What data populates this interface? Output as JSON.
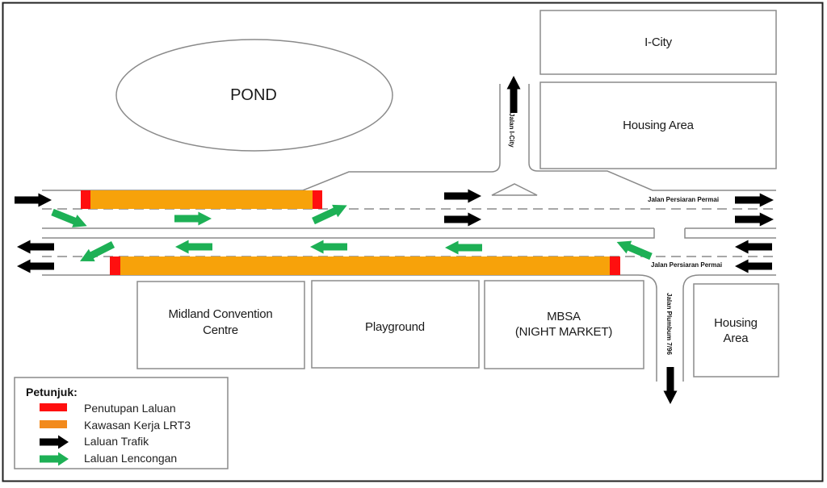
{
  "colors": {
    "closure": "#ff0f0f",
    "work_zone": "#f7a20a",
    "traffic_arrow": "#000000",
    "detour_arrow": "#1db055",
    "outline": "#8a8a8a",
    "frame": "#222222"
  },
  "landmarks": {
    "pond": "POND",
    "icity": "I-City",
    "housing_top": "Housing Area",
    "midland_line1": "Midland Convention",
    "midland_line2": "Centre",
    "playground": "Playground",
    "mbsa_line1": "MBSA",
    "mbsa_line2": "(NIGHT MARKET)",
    "housing_bottom_line1": "Housing",
    "housing_bottom_line2": "Area"
  },
  "roads": {
    "jalan_icity": "Jalan I-City",
    "persiaran_permai_top": "Jalan Persiaran Permai",
    "persiaran_permai_bottom": "Jalan Persiaran Permai",
    "jalan_plumbum": "Jalan Plumbum 7/96"
  },
  "legend": {
    "title": "Petunjuk:",
    "items": [
      {
        "key": "closure",
        "label": "Penutupan Laluan",
        "icon": "red-bar"
      },
      {
        "key": "work_zone",
        "label": "Kawasan Kerja LRT3",
        "icon": "orange-bar"
      },
      {
        "key": "traffic",
        "label": "Laluan Trafik",
        "icon": "black-arrow"
      },
      {
        "key": "detour",
        "label": "Laluan Lencongan",
        "icon": "green-arrow"
      }
    ]
  }
}
